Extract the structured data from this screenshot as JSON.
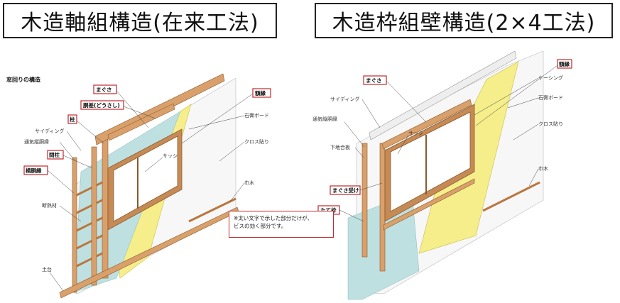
{
  "titles": {
    "left": "木造軸組構造(在来工法)",
    "right": "木造枠組壁構造(2×4工法)"
  },
  "left": {
    "subtitle": "窓回りの構造",
    "labels": {
      "magusa": "まぐさ",
      "dounuki": "胴差(どうさし)",
      "hashira": "柱",
      "siding": "サイディング",
      "tsuki_dobuchi": "通気縦胴縁",
      "mabashira": "間柱",
      "yoko_dobuchi": "横胴縁",
      "dannetsu": "断熱材",
      "dodai": "土台",
      "sash": "サッシ",
      "gakubuchi": "額縁",
      "sekko": "石膏ボード",
      "cross": "クロス貼り",
      "habaki": "巾木"
    }
  },
  "right": {
    "labels": {
      "magusa": "まぐさ",
      "gakubuchi": "額縁",
      "casing": "ケーシング",
      "siding": "サイディング",
      "sekko": "石膏ボード",
      "tsuki_dobuchi": "通気縦胴縁",
      "sash": "サッシ",
      "shitaji": "下地合板",
      "cross": "クロス貼り",
      "habaki": "巾木",
      "magusa_uke": "まぐさ受け",
      "tatewaku": "たて枠"
    }
  },
  "note": {
    "line1": "※太い文字で示した部分だけが、",
    "line2": "ビスの効く部分です。"
  },
  "colors": {
    "wood": "#d9a06b",
    "wood_dark": "#b9773f",
    "insulation": "#bfe0e0",
    "gypsum": "#f5ee8a",
    "highlight": "#c0292e",
    "wall": "#f7f7f7"
  }
}
